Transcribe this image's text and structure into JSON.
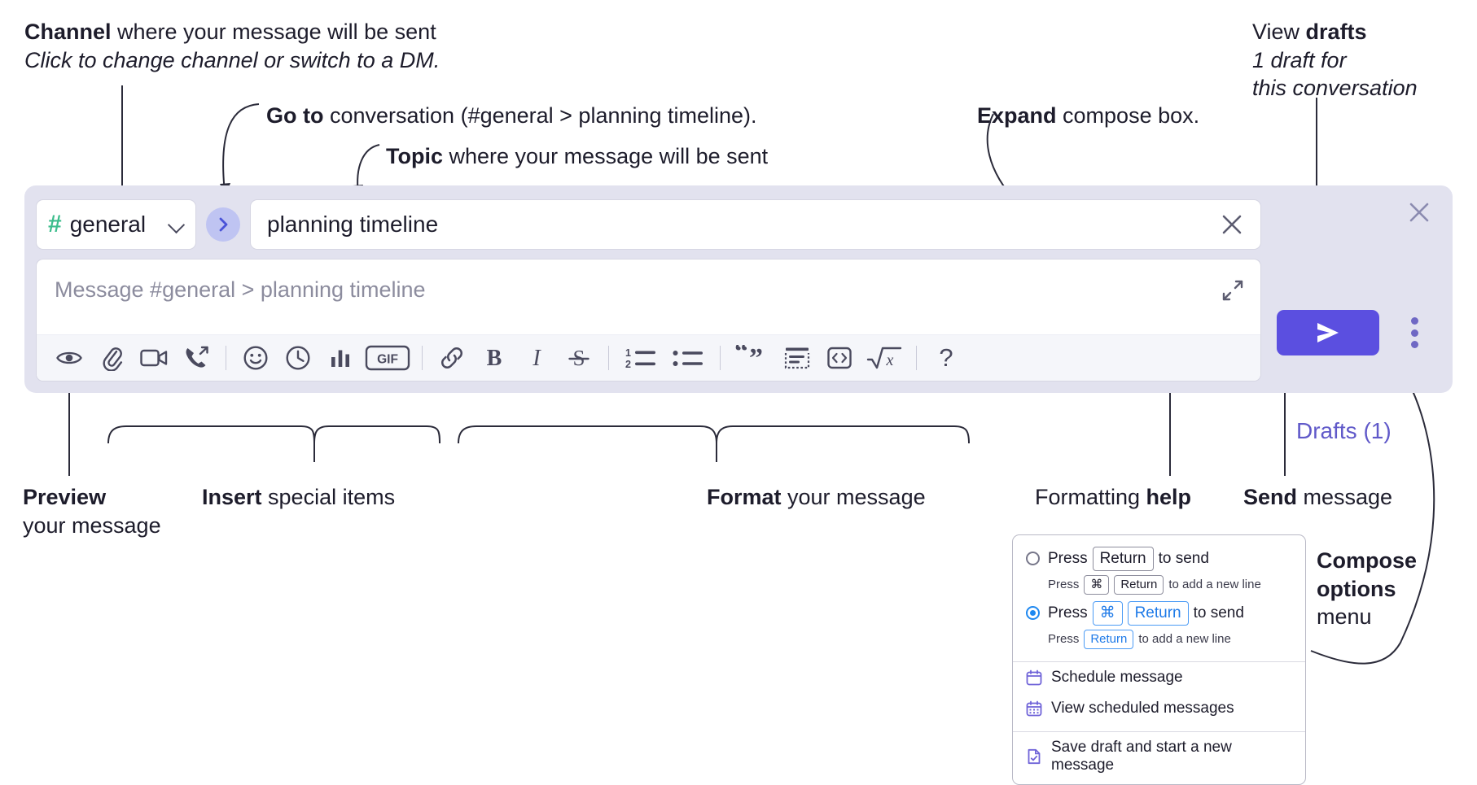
{
  "annotations": {
    "channel": {
      "bold": "Channel",
      "rest": " where your message will be sent",
      "italic": "Click to change channel or switch to a DM."
    },
    "goto": {
      "bold": "Go to",
      "rest": " conversation (#general > planning timeline)."
    },
    "topic": {
      "bold": "Topic",
      "rest": " where your message will be sent"
    },
    "expand": {
      "bold": "Expand",
      "rest": " compose box."
    },
    "drafts": {
      "bold_lead": "View ",
      "bold": "drafts",
      "italic_l1": "1 draft for",
      "italic_l2": "this conversation"
    },
    "preview": {
      "bold": "Preview",
      "rest": "your message"
    },
    "insert": {
      "bold": "Insert",
      "rest": " special items"
    },
    "format": {
      "bold": "Format",
      "rest": " your message"
    },
    "formatting_help": {
      "lead": "Formatting ",
      "bold": "help"
    },
    "send": {
      "bold": "Send",
      "rest": " message"
    },
    "compose_options": {
      "bold_l1": "Compose",
      "bold_l2": "options",
      "rest": "menu"
    }
  },
  "compose": {
    "channel": {
      "hash": "#",
      "name": "general",
      "chevron_icon": "chevron-down-icon"
    },
    "goto_icon": "chevron-right-icon",
    "topic": {
      "value": "planning timeline",
      "clear_icon": "close-icon"
    },
    "message": {
      "placeholder": "Message #general > planning timeline",
      "value": ""
    },
    "expand_icon": "expand-arrows-icon",
    "toolbar": [
      {
        "name": "preview-button",
        "icon": "eye-icon"
      },
      {
        "name": "attach-button",
        "icon": "paperclip-icon"
      },
      {
        "name": "video-clip-button",
        "icon": "video-camera-icon"
      },
      {
        "name": "audio-clip-button",
        "icon": "phone-arrow-icon"
      },
      {
        "name": "divider-1",
        "icon": "divider"
      },
      {
        "name": "emoji-button",
        "icon": "smiley-icon"
      },
      {
        "name": "reminder-button",
        "icon": "clock-icon"
      },
      {
        "name": "poll-button",
        "icon": "bar-chart-icon"
      },
      {
        "name": "gif-button",
        "icon": "gif-icon",
        "label": "GIF"
      },
      {
        "name": "divider-2",
        "icon": "divider"
      },
      {
        "name": "link-button",
        "icon": "link-icon"
      },
      {
        "name": "bold-button",
        "icon": "bold-icon",
        "label": "B"
      },
      {
        "name": "italic-button",
        "icon": "italic-icon",
        "label": "I"
      },
      {
        "name": "strikethrough-button",
        "icon": "strikethrough-icon",
        "label": "S"
      },
      {
        "name": "divider-3",
        "icon": "divider"
      },
      {
        "name": "ordered-list-button",
        "icon": "numbered-list-icon"
      },
      {
        "name": "bulleted-list-button",
        "icon": "bulleted-list-icon"
      },
      {
        "name": "divider-4",
        "icon": "divider"
      },
      {
        "name": "blockquote-button",
        "icon": "quote-icon"
      },
      {
        "name": "code-block-button",
        "icon": "code-block-icon"
      },
      {
        "name": "inline-code-button",
        "icon": "code-brackets-icon"
      },
      {
        "name": "math-button",
        "icon": "square-root-icon"
      },
      {
        "name": "divider-5",
        "icon": "divider"
      },
      {
        "name": "formatting-help-button",
        "icon": "question-mark-icon",
        "label": "?"
      }
    ],
    "send_button": {
      "icon": "send-arrow-icon",
      "color": "#5b4fe0"
    },
    "kebab_button": {
      "icon": "more-vertical-icon"
    },
    "drafts_label": "Drafts (1)",
    "close_icon": "close-icon"
  },
  "options_menu": {
    "radio_options": [
      {
        "selected": false,
        "press": "Press",
        "keys": [
          "Return"
        ],
        "action": "to send",
        "sub_press": "Press",
        "sub_keys": [
          "⌘",
          "Return"
        ],
        "sub_action": "to add a new line"
      },
      {
        "selected": true,
        "press": "Press",
        "keys": [
          "⌘",
          "Return"
        ],
        "action": "to send",
        "sub_press": "Press",
        "sub_keys": [
          "Return"
        ],
        "sub_action": "to add a new line"
      }
    ],
    "items": [
      {
        "label": "Schedule message",
        "icon": "calendar-icon"
      },
      {
        "label": "View scheduled messages",
        "icon": "calendar-grid-icon"
      },
      {
        "label": "Save draft and start a new message",
        "icon": "document-check-icon"
      }
    ]
  },
  "colors": {
    "widget_bg": "#e2e2ef",
    "send_purple": "#5b4fe0",
    "drafts_purple": "#6059c9",
    "hash_green": "#3cbd8c",
    "goto_blue": "#bfc4f2",
    "radio_blue": "#1e88f0"
  }
}
